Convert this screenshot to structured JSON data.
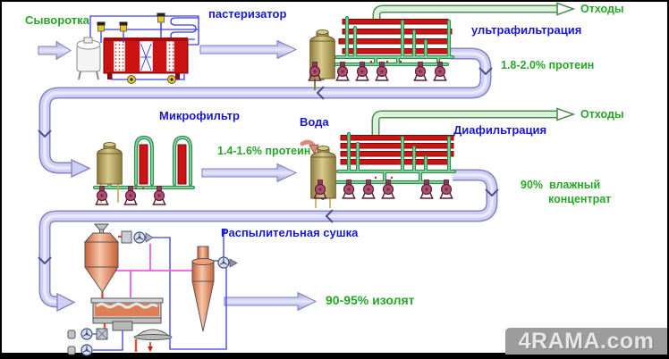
{
  "diagram": {
    "flow_labels": {
      "feed": "Сыворотка",
      "pasteurizer": "пастеризатор",
      "waste_top": "Отходы",
      "ultrafiltration": "ультрафильтрация",
      "protein_after_uf": "1.8-2.0% протеин",
      "microfilter": "Микрофильтр",
      "water": "Вода",
      "protein_after_mf": "1.4-1.6% протеин",
      "diafiltration": "Диафильтрация",
      "waste_mid": "Отходы",
      "concentrate_line1": "90%  влажный",
      "concentrate_line2": "концентрат",
      "spray_drying": "Распылительная сушка",
      "isolate": "90-95% изолят"
    },
    "equipment": [
      "feed-tank",
      "pasteurizer-heat-exchanger",
      "ultrafiltration-unit",
      "microfilter-unit",
      "diafiltration-unit",
      "spray-dryer-chamber",
      "fluid-bed-dryer",
      "cyclone"
    ],
    "colors": {
      "label_green": "#27a527",
      "label_blue": "#1717cf",
      "pipe_lavender": "#cfcff4",
      "waste_pipe_green": "#ddefdd",
      "membrane_tube_red": "#cc1414",
      "tank_khaki": "#b5a55e",
      "pump_maroon": "#b05070",
      "dryer_salmon": "#e08a60",
      "watermark_bg": "#9c9c9c"
    }
  },
  "watermark": {
    "text": "4RAMA.com"
  }
}
